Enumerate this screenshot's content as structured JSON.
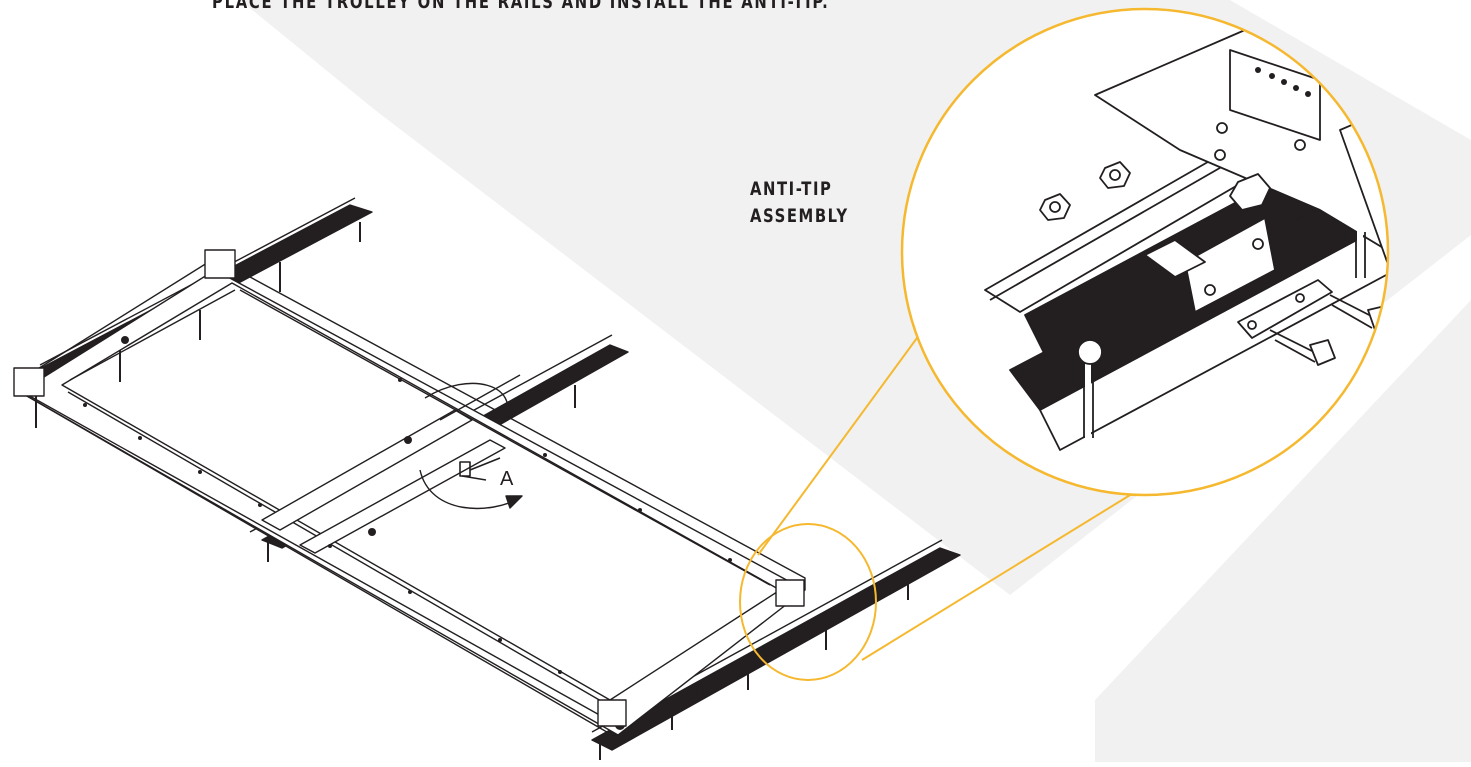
{
  "instruction": "PLACE THE TROLLEY ON THE RAILS AND INSTALL THE ANTI-TIP.",
  "callout": {
    "line1": "ANTI-TIP",
    "line2": "ASSEMBLY"
  },
  "part_label": "A",
  "colors": {
    "background": "#ffffff",
    "panel": "#f1f1f2",
    "ink": "#231f20",
    "callout": "#f5b82e"
  }
}
